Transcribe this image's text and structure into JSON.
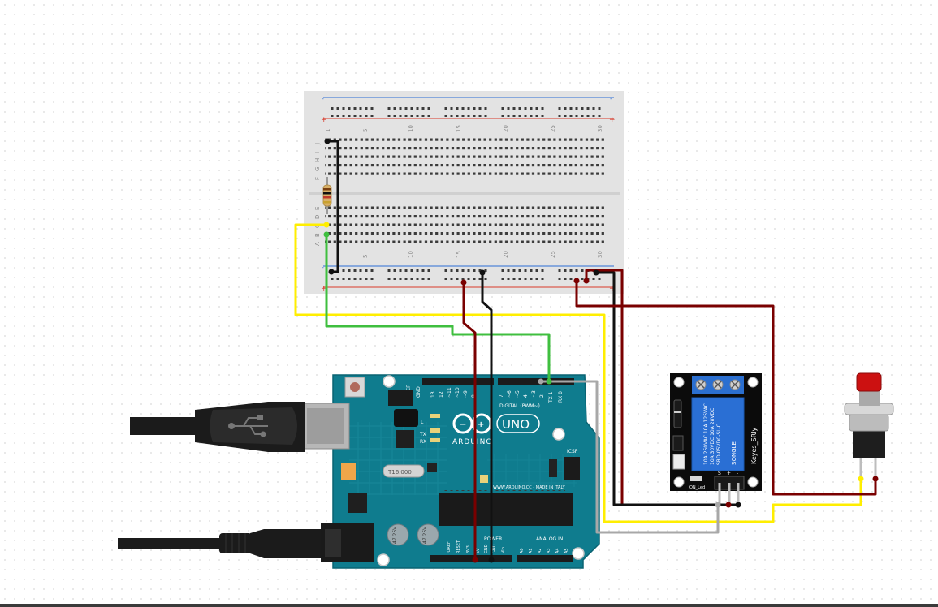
{
  "breadboard": {
    "column_numbers": [
      "1",
      "5",
      "10",
      "15",
      "20",
      "25",
      "30"
    ],
    "row_letters_top": [
      "J",
      "I",
      "H",
      "G",
      "F"
    ],
    "row_letters_bottom": [
      "E",
      "D",
      "C",
      "B",
      "A"
    ],
    "rail_minus": "-",
    "rail_plus": "+"
  },
  "arduino": {
    "brand": "ARDUINO",
    "model": "UNO",
    "digital_label": "DIGITAL (PWM~)",
    "analog_label": "ANALOG IN",
    "power_label": "POWER",
    "icsp_label": "ICSP",
    "on_label": "ON",
    "l_label": "L",
    "tx_label": "TX",
    "rx_label": "RX",
    "website": "WWW.ARDUINO.CC - MADE IN ITALY",
    "reset_label": "RESET",
    "crystal_label": "T16.000",
    "cap1_label": "47 25V",
    "cap2_label": "47 25V",
    "aref_label": "AREF",
    "gnd_label": "GND",
    "digital_pins": [
      "13",
      "12",
      "~11",
      "~10",
      "~9",
      "8",
      "7",
      "~6",
      "~5",
      "4",
      "~3",
      "2",
      "TX 1",
      "RX 0"
    ],
    "power_pins": [
      "IOREF",
      "RESET",
      "3V3",
      "5V",
      "GND",
      "GND",
      "Vin"
    ],
    "analog_pins": [
      "A0",
      "A1",
      "A2",
      "A3",
      "A4",
      "A5"
    ]
  },
  "relay_module": {
    "name": "Keyes_SRly",
    "relay_brand": "SONGLE",
    "relay_lines": [
      "10A 250VAC 10A 125VAC",
      "10A 30VDC 10A 28VDC",
      "SRD-05VDC-SL-C"
    ],
    "on_led_label": "ON_Led",
    "pin_labels": [
      "S",
      "+",
      "-"
    ]
  },
  "wire_colors": {
    "black": "#111111",
    "dark_red": "#7a0000",
    "yellow": "#ffee00",
    "green": "#3fbf3f",
    "gray": "#a8a8a8",
    "arduino_board": "#0f7c8e",
    "breadboard": "#e2e2e2",
    "button_cap": "#cc1111"
  }
}
